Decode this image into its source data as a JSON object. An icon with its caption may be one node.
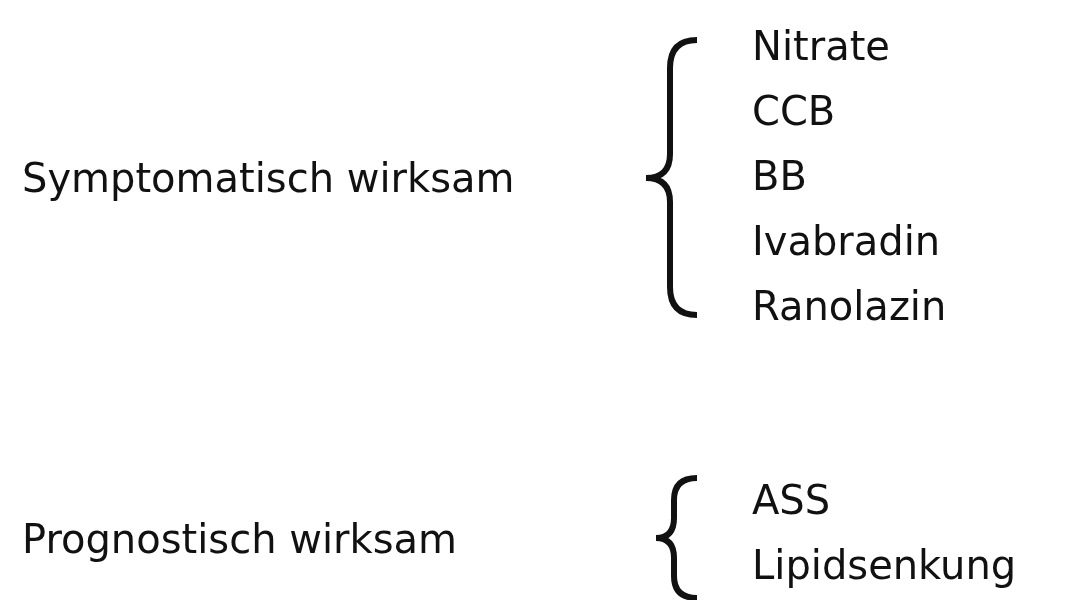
{
  "diagram": {
    "labels": [
      "Symptomatisch wirksam",
      "Nitrate",
      "CCB",
      "BB",
      "Ivabradin",
      "Ranolazin",
      "Prognostisch wirksam",
      "ASS",
      "Lipidsenkung"
    ]
  }
}
